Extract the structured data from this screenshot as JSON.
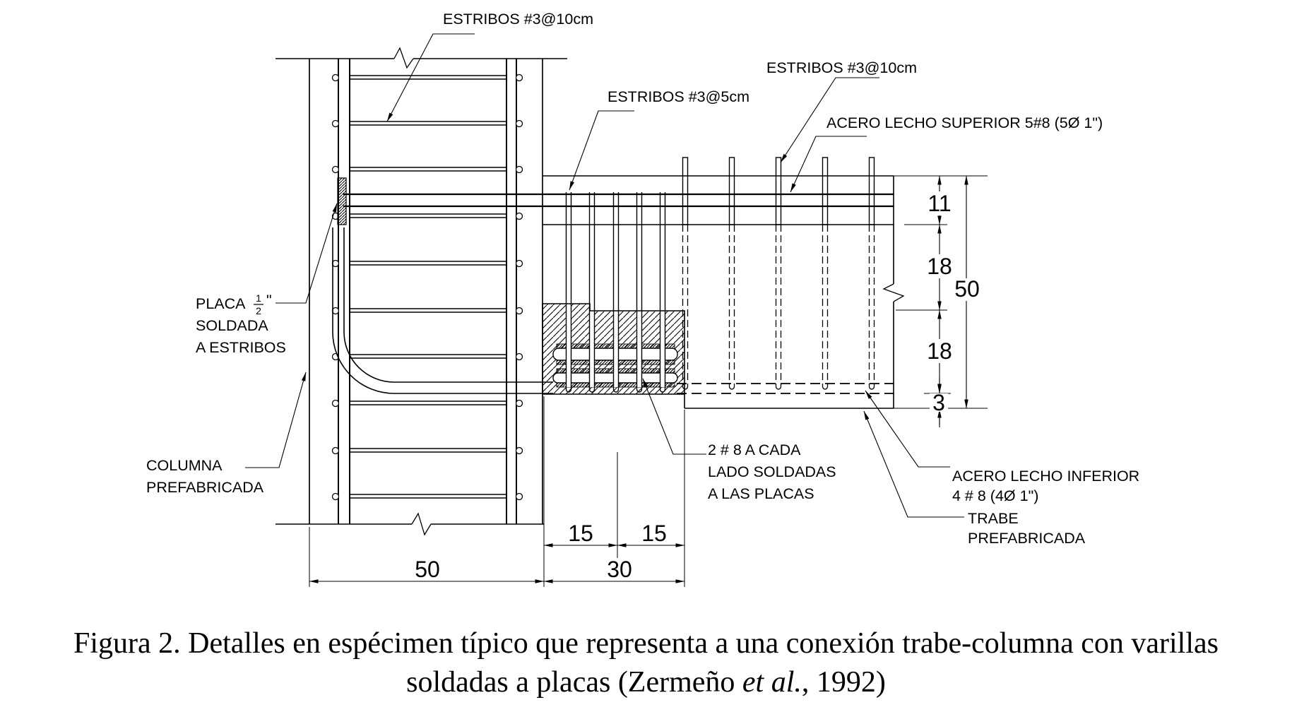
{
  "drawing": {
    "labels": {
      "estribos_col": "ESTRIBOS #3@10cm",
      "estribos_joint": "ESTRIBOS #3@5cm",
      "estribos_beam": "ESTRIBOS #3@10cm",
      "acero_superior": "ACERO LECHO SUPERIOR 5#8 (5Ø 1\")",
      "placa_word": "PLACA",
      "placa_frac_num": "1",
      "placa_frac_den": "2",
      "placa_inch": "\"",
      "placa_line2": "SOLDADA",
      "placa_line3": "A ESTRIBOS",
      "columna_line1": "COLUMNA",
      "columna_line2": "PREFABRICADA",
      "soldadas_line1": "2 # 8 A CADA",
      "soldadas_line2": "LADO SOLDADAS",
      "soldadas_line3": "A LAS PLACAS",
      "acero_inferior_line1": "ACERO LECHO INFERIOR",
      "acero_inferior_line2": "4 # 8 (4Ø 1\")",
      "trabe_line1": "TRABE",
      "trabe_line2": "PREFABRICADA"
    },
    "dimensions": {
      "beam_cover_top": "11",
      "beam_upper": "18",
      "beam_total": "50",
      "beam_lower": "18",
      "beam_cover_bottom": "3",
      "column_width": "50",
      "joint_width": "30",
      "joint_half_left": "15",
      "joint_half_right": "15"
    }
  },
  "caption": {
    "line1": "Figura 2. Detalles en espécimen típico que representa a una  conexión trabe-columna  con varillas",
    "line2_pre": "soldadas a placas (Zermeño ",
    "line2_italic": "et al.",
    "line2_post": ", 1992)"
  },
  "colors": {
    "ink": "#000000",
    "paper": "#ffffff"
  }
}
